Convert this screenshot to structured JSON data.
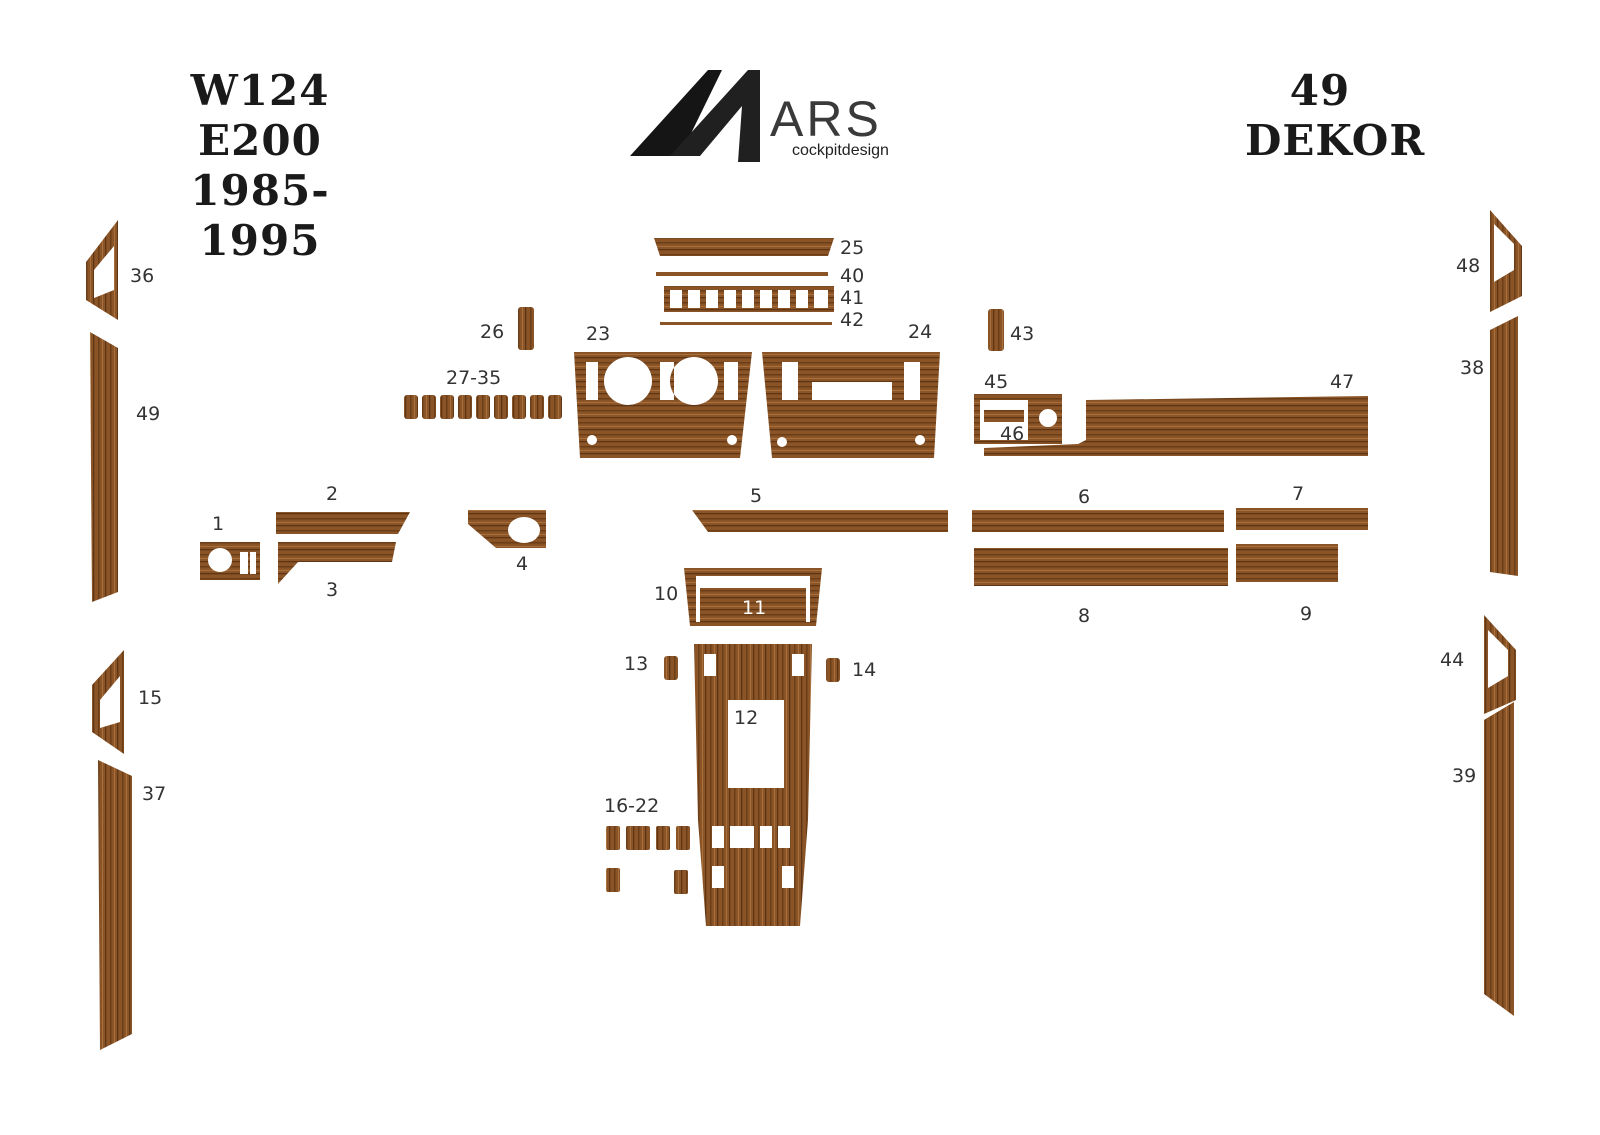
{
  "header": {
    "model": "W124 E200",
    "years": "1985-1995",
    "piece_count": "49",
    "kit_label": "DEKOR"
  },
  "logo": {
    "wordmark": "ARS",
    "tagline": "cockpitdesign"
  },
  "colors": {
    "wood": "#8a5427",
    "wood_light": "#a8703c",
    "wood_dark": "#5e3615",
    "background": "#ffffff",
    "text": "#333333"
  },
  "parts": [
    {
      "label": "1"
    },
    {
      "label": "2"
    },
    {
      "label": "3"
    },
    {
      "label": "4"
    },
    {
      "label": "5"
    },
    {
      "label": "6"
    },
    {
      "label": "7"
    },
    {
      "label": "8"
    },
    {
      "label": "9"
    },
    {
      "label": "10"
    },
    {
      "label": "11"
    },
    {
      "label": "12"
    },
    {
      "label": "13"
    },
    {
      "label": "14"
    },
    {
      "label": "15"
    },
    {
      "label": "16-22"
    },
    {
      "label": "23"
    },
    {
      "label": "24"
    },
    {
      "label": "25"
    },
    {
      "label": "26"
    },
    {
      "label": "27-35"
    },
    {
      "label": "36"
    },
    {
      "label": "37"
    },
    {
      "label": "38"
    },
    {
      "label": "39"
    },
    {
      "label": "40"
    },
    {
      "label": "41"
    },
    {
      "label": "42"
    },
    {
      "label": "43"
    },
    {
      "label": "44"
    },
    {
      "label": "45"
    },
    {
      "label": "46"
    },
    {
      "label": "47"
    },
    {
      "label": "48"
    },
    {
      "label": "49"
    }
  ]
}
